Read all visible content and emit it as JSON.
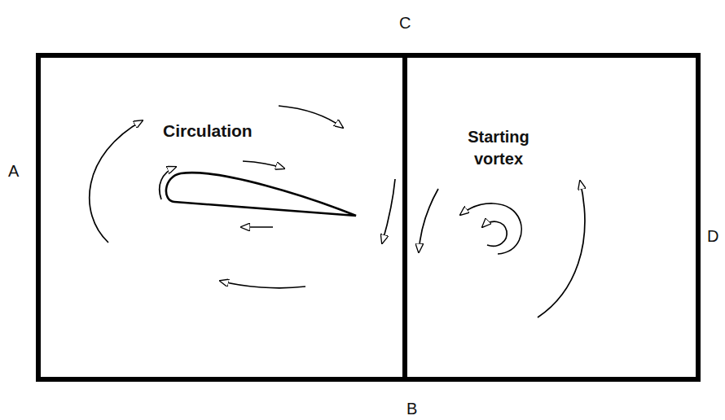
{
  "diagram": {
    "nodes": [
      {
        "text": [
          "Circulation"
        ]
      },
      {
        "text": [
          "Starting vortex"
        ]
      }
    ],
    "labels": [
      "A",
      "B",
      "C",
      "D"
    ]
  }
}
